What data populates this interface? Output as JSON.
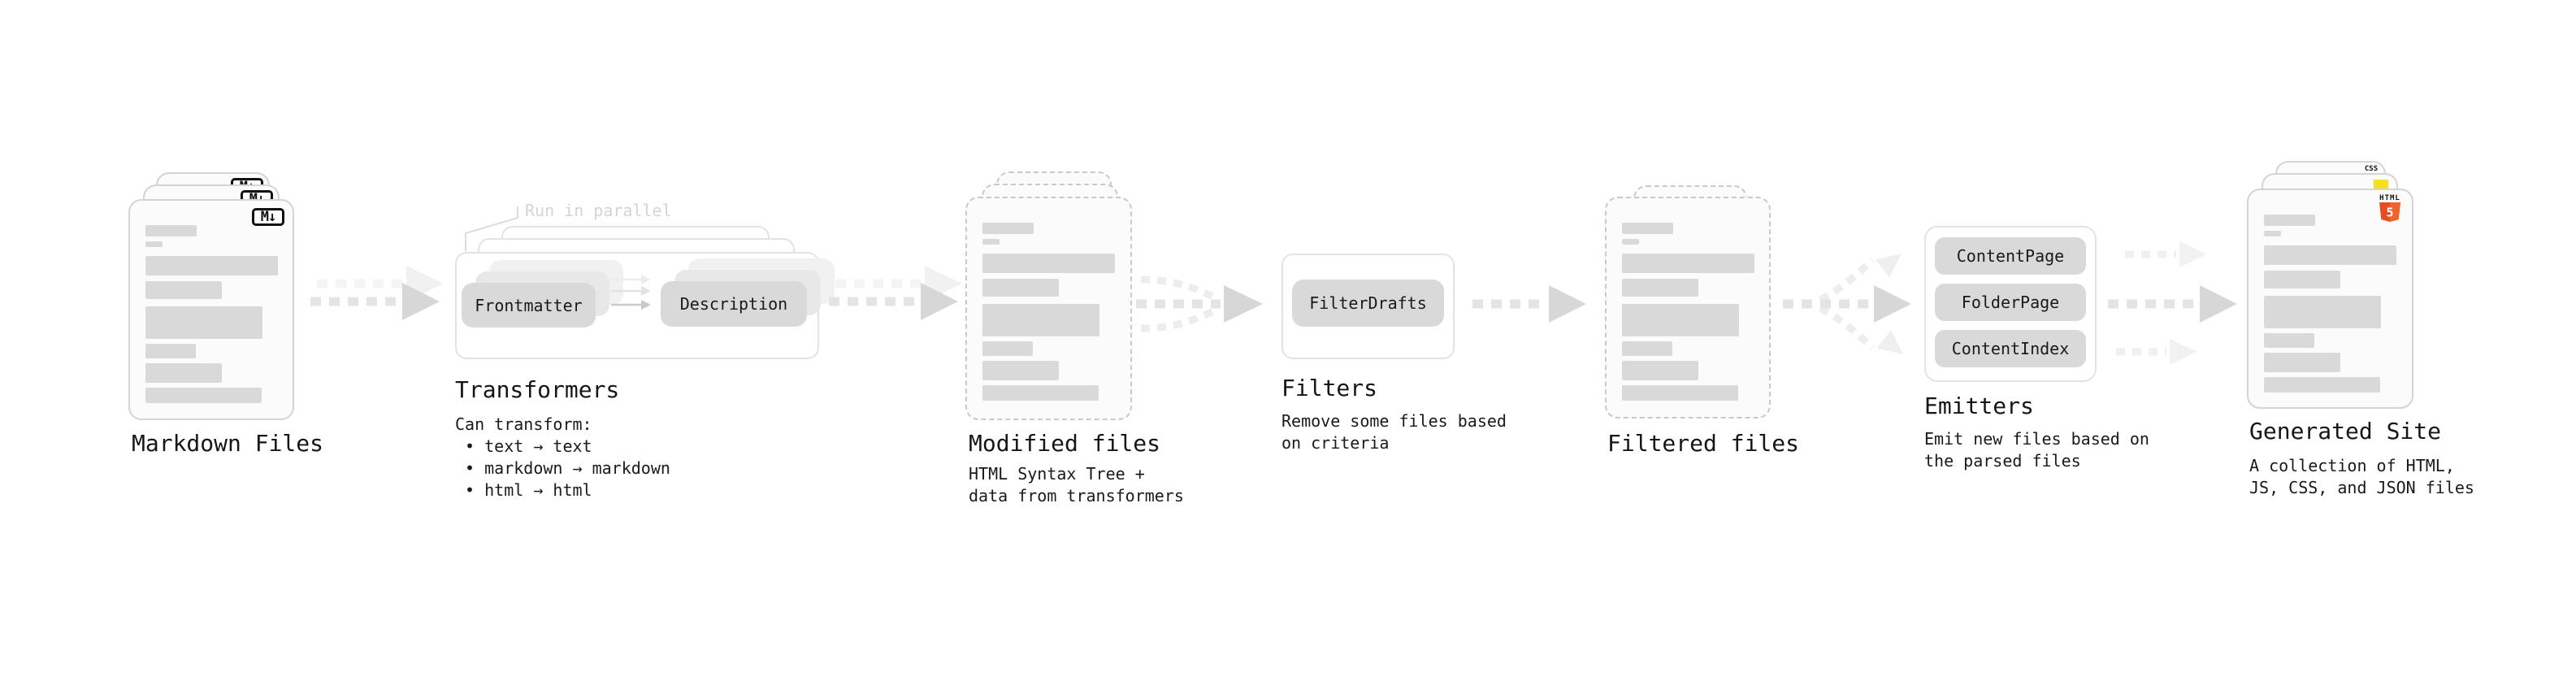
{
  "colors": {
    "card_border": "#d4d4d4",
    "dashed_border": "#c9c9c9",
    "card_bg": "#fbfbfb",
    "placeholder_bar": "#d9d9d9",
    "chip_bg": "#d9d9d9",
    "box_border": "#e3e3e3",
    "arrow_head": "#d7d7d7",
    "arrow_dash": "#e4e4e4",
    "ghost_arrow": "#f1f1f1",
    "annotation_text": "#d4d4d4",
    "html5_orange": "#e44d26",
    "html5_orange_light": "#f16529",
    "js_yellow": "#f7df1e",
    "css_blue": "#2b66f6"
  },
  "icons": {
    "markdown": "M↓",
    "html5_wordmark": "HTML",
    "html5_numeral": "5",
    "css_wordmark": "CSS"
  },
  "stages": {
    "markdown_files": {
      "title": "Markdown Files"
    },
    "transformers": {
      "title": "Transformers",
      "annotation": "Run in parallel",
      "source_node": "Frontmatter",
      "target_node": "Description",
      "description": "Can transform:\n • text → text\n • markdown → markdown\n • html → html"
    },
    "modified_files": {
      "title": "Modified files",
      "description": "HTML Syntax Tree +\ndata from transformers"
    },
    "filters": {
      "title": "Filters",
      "node": "FilterDrafts",
      "description": "Remove some files based\non criteria"
    },
    "filtered_files": {
      "title": "Filtered files"
    },
    "emitters": {
      "title": "Emitters",
      "nodes": {
        "first": "ContentPage",
        "second": "FolderPage",
        "third": "ContentIndex"
      },
      "description": "Emit new files based on\nthe parsed files"
    },
    "generated_site": {
      "title": "Generated Site",
      "description": "A collection of HTML,\nJS, CSS, and JSON files"
    }
  }
}
